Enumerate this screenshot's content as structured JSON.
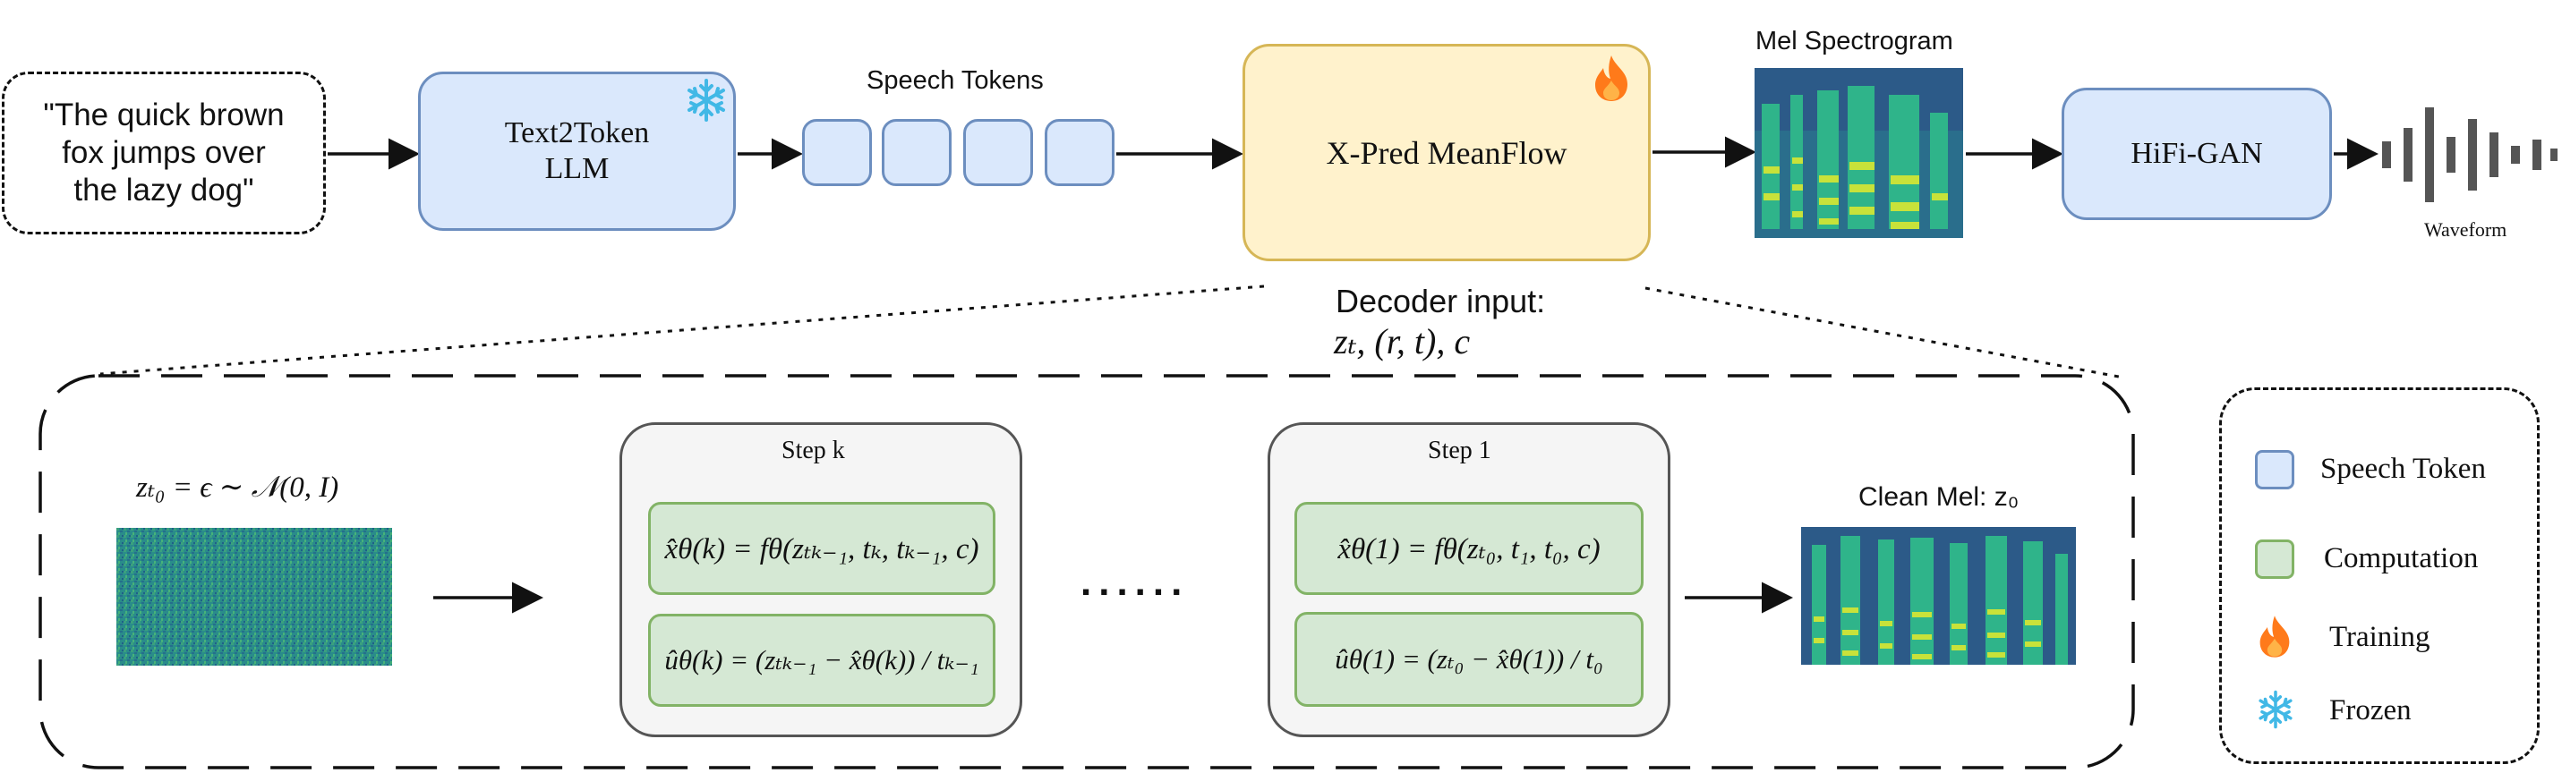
{
  "input_text": "\"The quick brown\nfox jumps over\nthe lazy dog\"",
  "llm_label": "Text2Token\nLLM",
  "speech_tokens_label": "Speech Tokens",
  "meanflow_label": "X-Pred MeanFlow",
  "mel_label": "Mel Spectrogram",
  "hifigan_label": "HiFi-GAN",
  "waveform_label": "Waveform",
  "decoder_input_label": "Decoder input:",
  "decoder_input_math": "zₜ, (r, t), c",
  "noise_label": "zₜ₀ = ϵ ∼ 𝒩(0, I)",
  "step_k_title": "Step k",
  "step_1_title": "Step 1",
  "step_k_x": "x̂θ(k) = fθ(zₜₖ₋₁, tₖ, tₖ₋₁, c)",
  "step_k_u": "ûθ(k) = (zₜₖ₋₁ − x̂θ(k)) / tₖ₋₁",
  "step_1_x": "x̂θ(1) = fθ(zₜ₀, t₁, t₀, c)",
  "step_1_u": "ûθ(1) = (zₜ₀ − x̂θ(1)) / t₀",
  "ellipsis": "......",
  "clean_mel_label": "Clean Mel: z₀",
  "legend": [
    {
      "label": "Speech Token",
      "swatch": "token"
    },
    {
      "label": "Computation",
      "swatch": "computation"
    },
    {
      "label": "Training",
      "swatch": "fire"
    },
    {
      "label": "Frozen",
      "swatch": "snowflake"
    }
  ],
  "colors": {
    "token_fill": "#dae8fc",
    "token_stroke": "#6c8ebf",
    "flow_fill": "#fff2cc",
    "flow_stroke": "#d6b656",
    "comp_fill": "#d5e8d4",
    "comp_stroke": "#82b366",
    "fire": "#ff7a1a",
    "snowflake": "#41b8e6"
  }
}
